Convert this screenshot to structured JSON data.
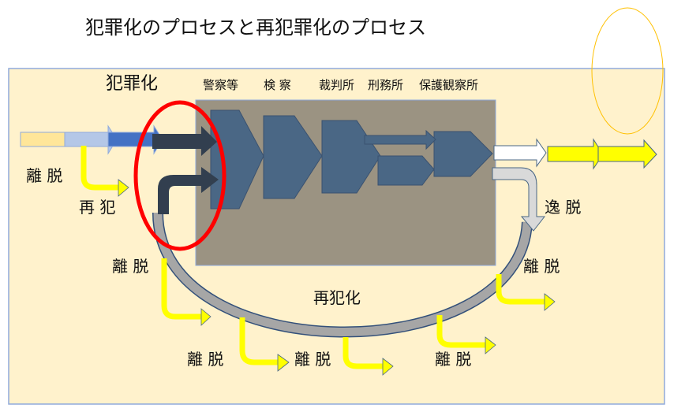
{
  "title": "犯罪化のプロセスと再犯罪化のプロセス",
  "labels": {
    "criminalization": "犯罪化",
    "recriminalization": "再犯化",
    "reoffense": "再 犯",
    "deviation": "逸 脱",
    "desistance": "離 脱"
  },
  "stages": [
    "警察等",
    "検 察",
    "裁判所",
    "刑務所",
    "保護観察所"
  ],
  "colors": {
    "panel": "#fff2cc",
    "system_box": "#9b9382",
    "stage_shape": "#4a6785",
    "dark_arrow": "#323f4f",
    "desistance_arrow": "#ffff00",
    "highlight_ellipse": "#ff0000"
  }
}
